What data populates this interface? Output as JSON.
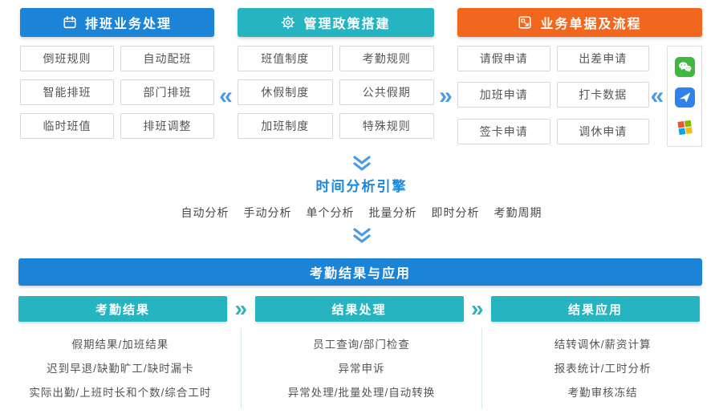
{
  "top_columns": [
    {
      "title": "排班业务处理",
      "icon": "calendar-icon",
      "items": [
        "倒班规则",
        "自动配班",
        "智能排班",
        "部门排班",
        "临时班值",
        "排班调整"
      ]
    },
    {
      "title": "管理政策搭建",
      "icon": "gear-icon",
      "items": [
        "班值制度",
        "考勤规则",
        "休假制度",
        "公共假期",
        "加班制度",
        "特殊规则"
      ]
    },
    {
      "title": "业务单据及流程",
      "icon": "document-flow-icon",
      "items": [
        "请假申请",
        "出差申请",
        "加班申请",
        "打卡数据",
        "签卡申请",
        "调休申请"
      ]
    }
  ],
  "connectors": {
    "left": "«",
    "right": "»"
  },
  "app_strip": {
    "icons": [
      "wechat-icon",
      "paperplane-app-icon",
      "windows-icon"
    ]
  },
  "engine": {
    "title": "时间分析引擎",
    "modes": [
      "自动分析",
      "手动分析",
      "单个分析",
      "批量分析",
      "即时分析",
      "考勤周期"
    ]
  },
  "results": {
    "banner": "考勤结果与应用",
    "columns": [
      {
        "title": "考勤结果",
        "items": [
          "假期结果/加班结果",
          "迟到早退/缺勤旷工/缺时漏卡",
          "实际出勤/上班时长和个数/综合工时"
        ]
      },
      {
        "title": "结果处理",
        "items": [
          "员工查询/部门检查",
          "异常申诉",
          "异常处理/批量处理/自动转换"
        ]
      },
      {
        "title": "结果应用",
        "items": [
          "结转调休/薪资计算",
          "报表统计/工时分析",
          "考勤审核冻结"
        ]
      }
    ]
  },
  "colors": {
    "blue": "#1c84d6",
    "teal": "#25b4c0",
    "orange": "#f1671d",
    "chevron_blue": "#4d9be2",
    "chevron_teal": "#29b2c0",
    "wechat_green": "#3fb83f",
    "app_blue": "#2e82e8"
  }
}
